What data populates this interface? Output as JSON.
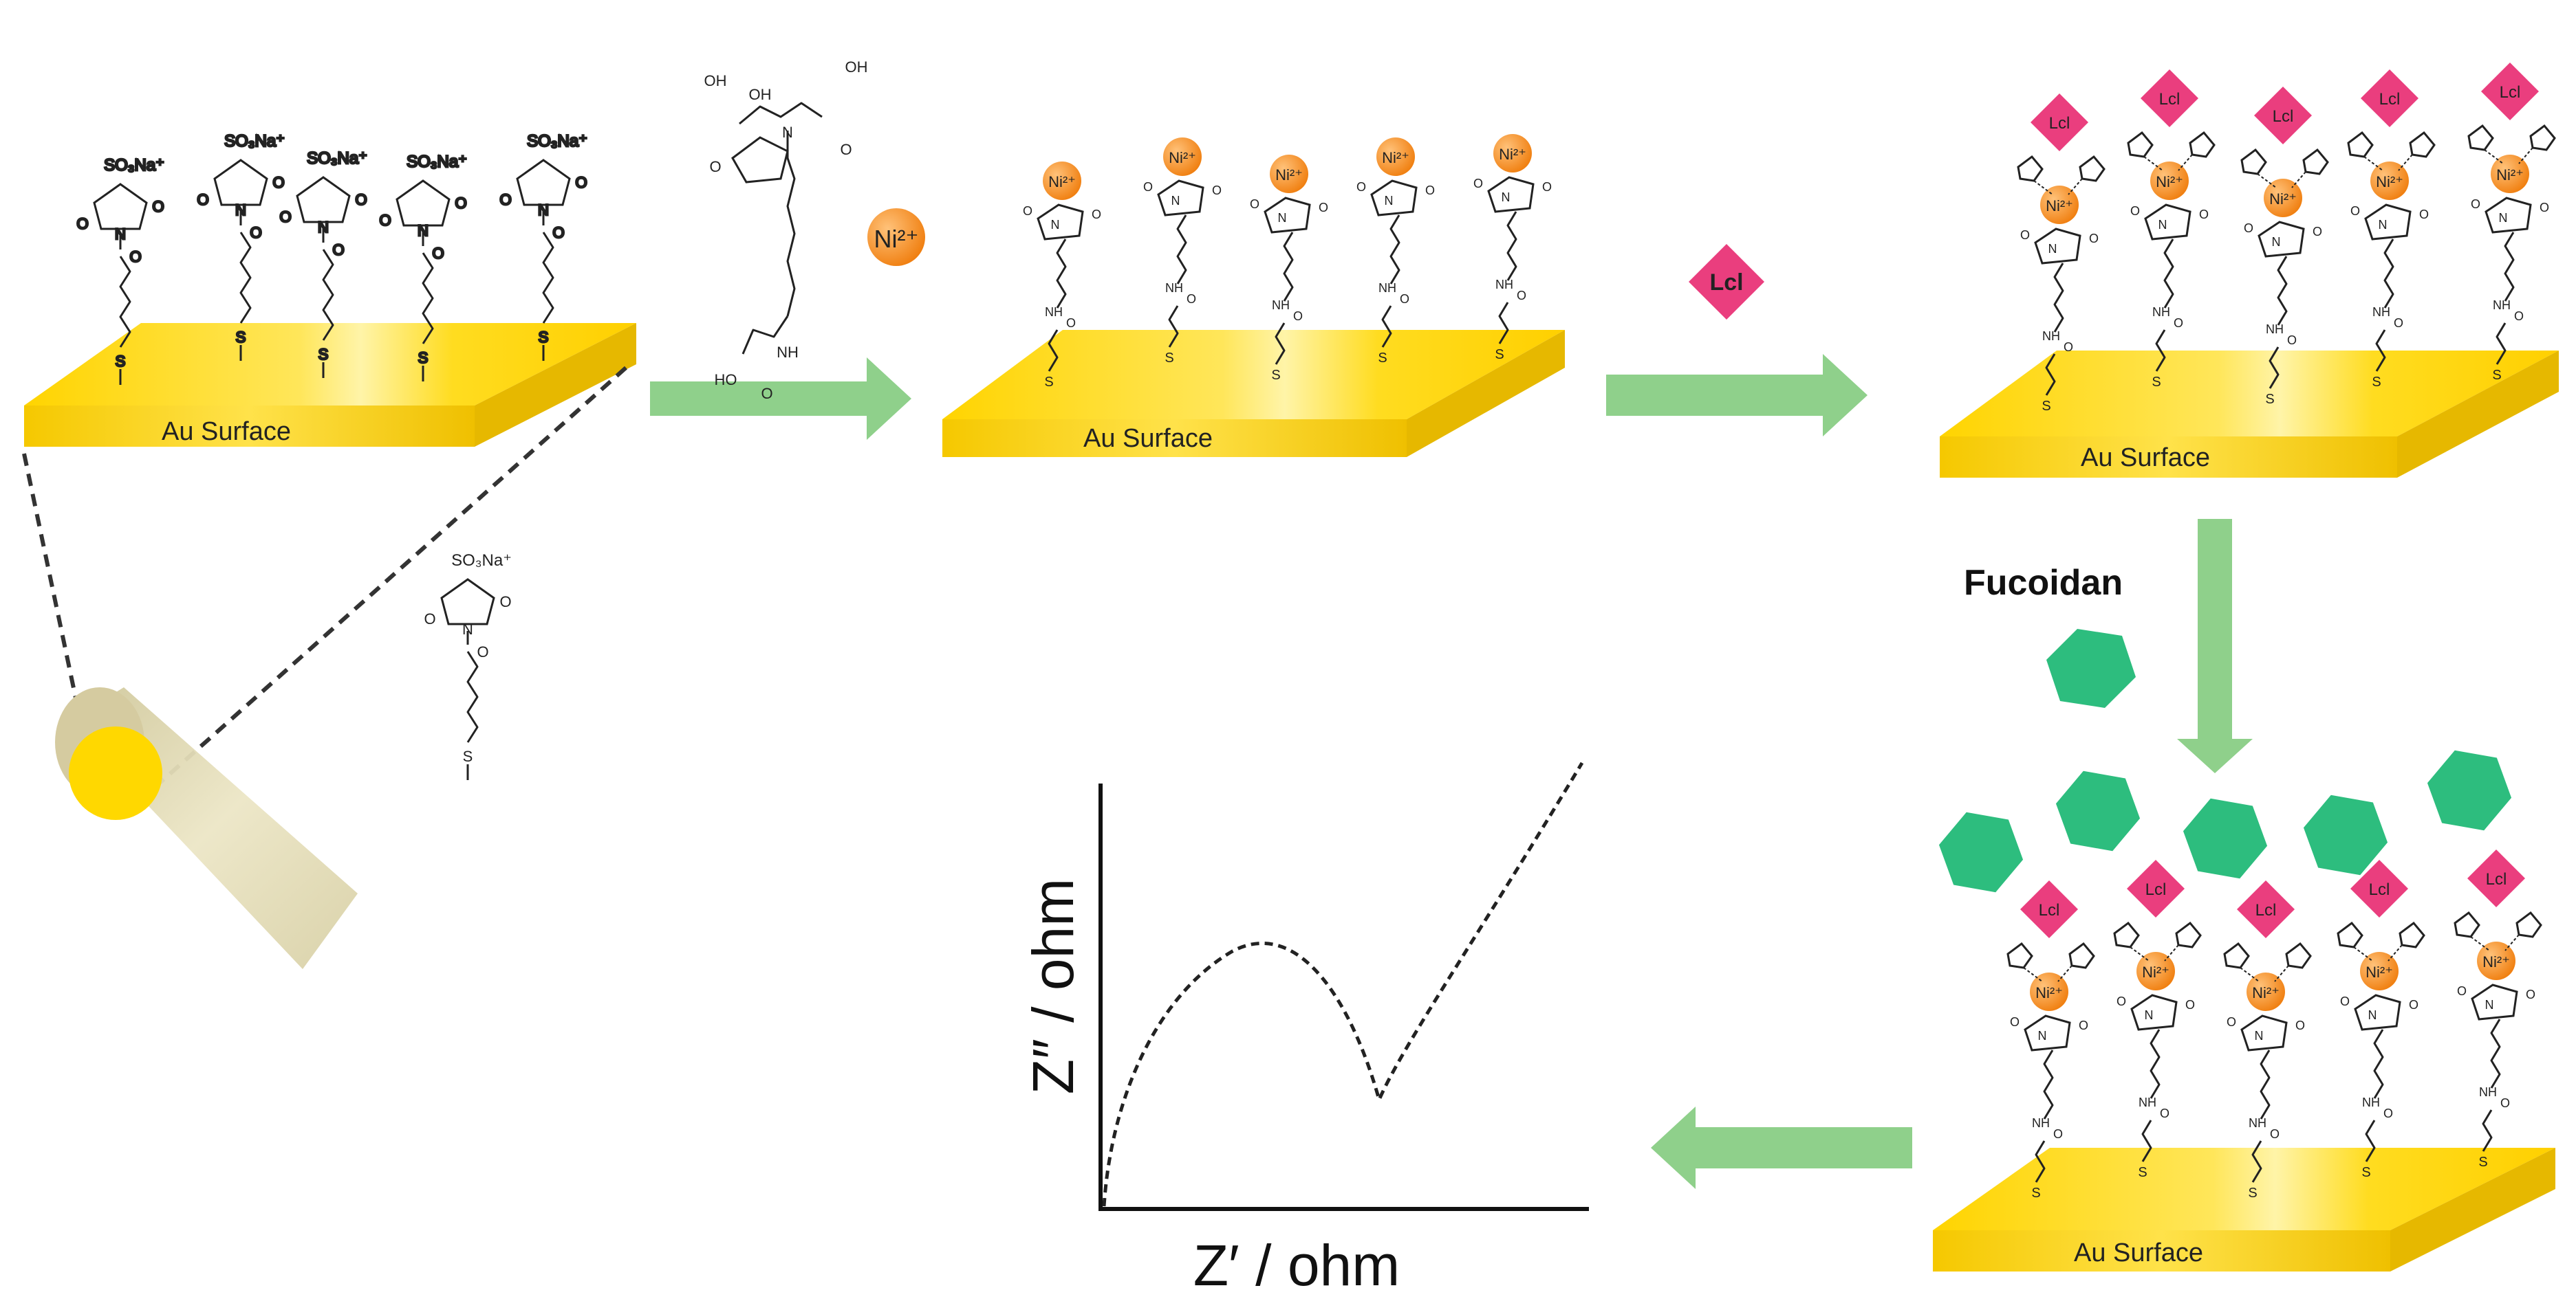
{
  "labels": {
    "au_surface": "Au Surface",
    "sulfo_nhs": "SO₃Na⁺",
    "ni_ion": "Ni²⁺",
    "ni_small": "Ni²⁺",
    "lcl": "Lcl",
    "fucoidan": "Fucoidan",
    "z_imag": "Z″ / ohm",
    "z_real": "Z′ / ohm",
    "chem_oh": "OH",
    "chem_o": "O",
    "chem_n": "N",
    "chem_s": "S",
    "chem_nh": "NH",
    "chem_ho": "HO"
  },
  "colors": {
    "gold": "#ffd800",
    "gold_dark": "#e7c400",
    "gold_light": "#fff3a0",
    "nickel": "#f7941d",
    "lcl": "#e83e7d",
    "fucoidan": "#2dbd7e",
    "arrow": "#8dd08a",
    "electrode": "#d9d3a6"
  }
}
